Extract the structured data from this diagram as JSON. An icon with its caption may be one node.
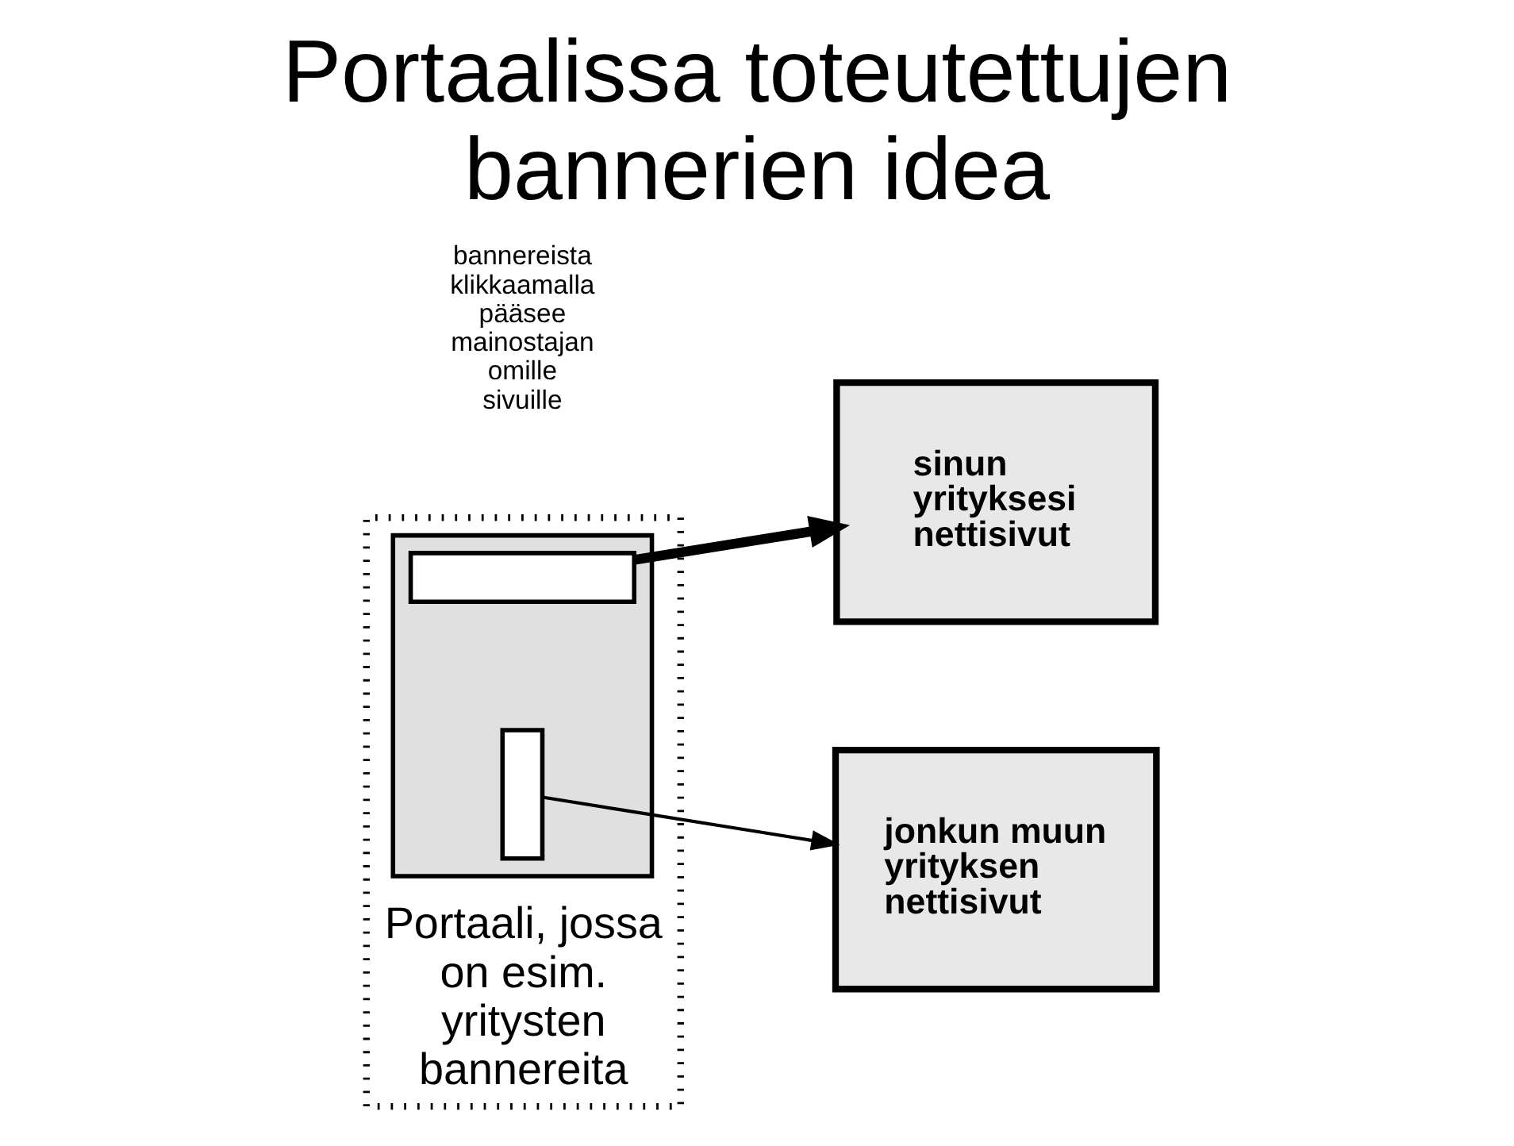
{
  "diagram": {
    "title": "Portaalissa toteutettujen bannerien idea",
    "nodes": [
      {
        "text": [
          "Portaali, jossa on esim. yritysten bannereita"
        ]
      },
      {
        "text": [],
        "shape": "box",
        "in": 0
      },
      {
        "text": [],
        "shape": "bar",
        "in": 1
      },
      {
        "text": [],
        "shape": "bar",
        "in": 1
      },
      {
        "text": [
          "sinun yrityksesi nettisivut"
        ]
      },
      {
        "text": [
          "jonkun muun yrityksen nettisivut"
        ]
      }
    ],
    "edges": [
      {
        "from": 2,
        "to": 4,
        "arrow": "to",
        "style": "thick"
      },
      {
        "from": 3,
        "to": 5,
        "arrow": "to"
      }
    ],
    "labels": [
      "bannereista klikkaamalla pääsee mainostajan omille sivuille"
    ]
  }
}
